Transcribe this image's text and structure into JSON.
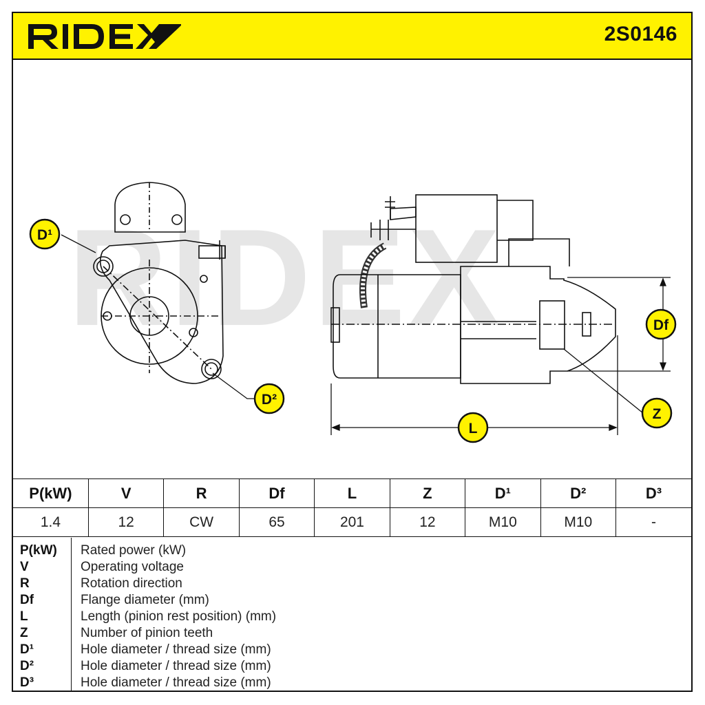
{
  "brand": {
    "logo_text": "RIDEX",
    "color": "#FFF200"
  },
  "part_number": "2S0146",
  "watermark_text": "RIDEX",
  "callouts": {
    "d1": "D¹",
    "d2": "D²",
    "df": "Df",
    "z": "Z",
    "l": "L"
  },
  "spec_table": {
    "headers": [
      "P(kW)",
      "V",
      "R",
      "Df",
      "L",
      "Z",
      "D¹",
      "D²",
      "D³"
    ],
    "values": [
      "1.4",
      "12",
      "CW",
      "65",
      "201",
      "12",
      "M10",
      "M10",
      "-"
    ]
  },
  "legend": [
    {
      "key": "P(kW)",
      "desc": "Rated power (kW)"
    },
    {
      "key": "V",
      "desc": "Operating voltage"
    },
    {
      "key": "R",
      "desc": "Rotation direction"
    },
    {
      "key": "Df",
      "desc": "Flange diameter (mm)"
    },
    {
      "key": "L",
      "desc": "Length (pinion rest position) (mm)"
    },
    {
      "key": "Z",
      "desc": "Number of pinion teeth"
    },
    {
      "key": "D¹",
      "desc": "Hole diameter / thread size (mm)"
    },
    {
      "key": "D²",
      "desc": "Hole diameter / thread size (mm)"
    },
    {
      "key": "D³",
      "desc": "Hole diameter / thread size (mm)"
    }
  ]
}
